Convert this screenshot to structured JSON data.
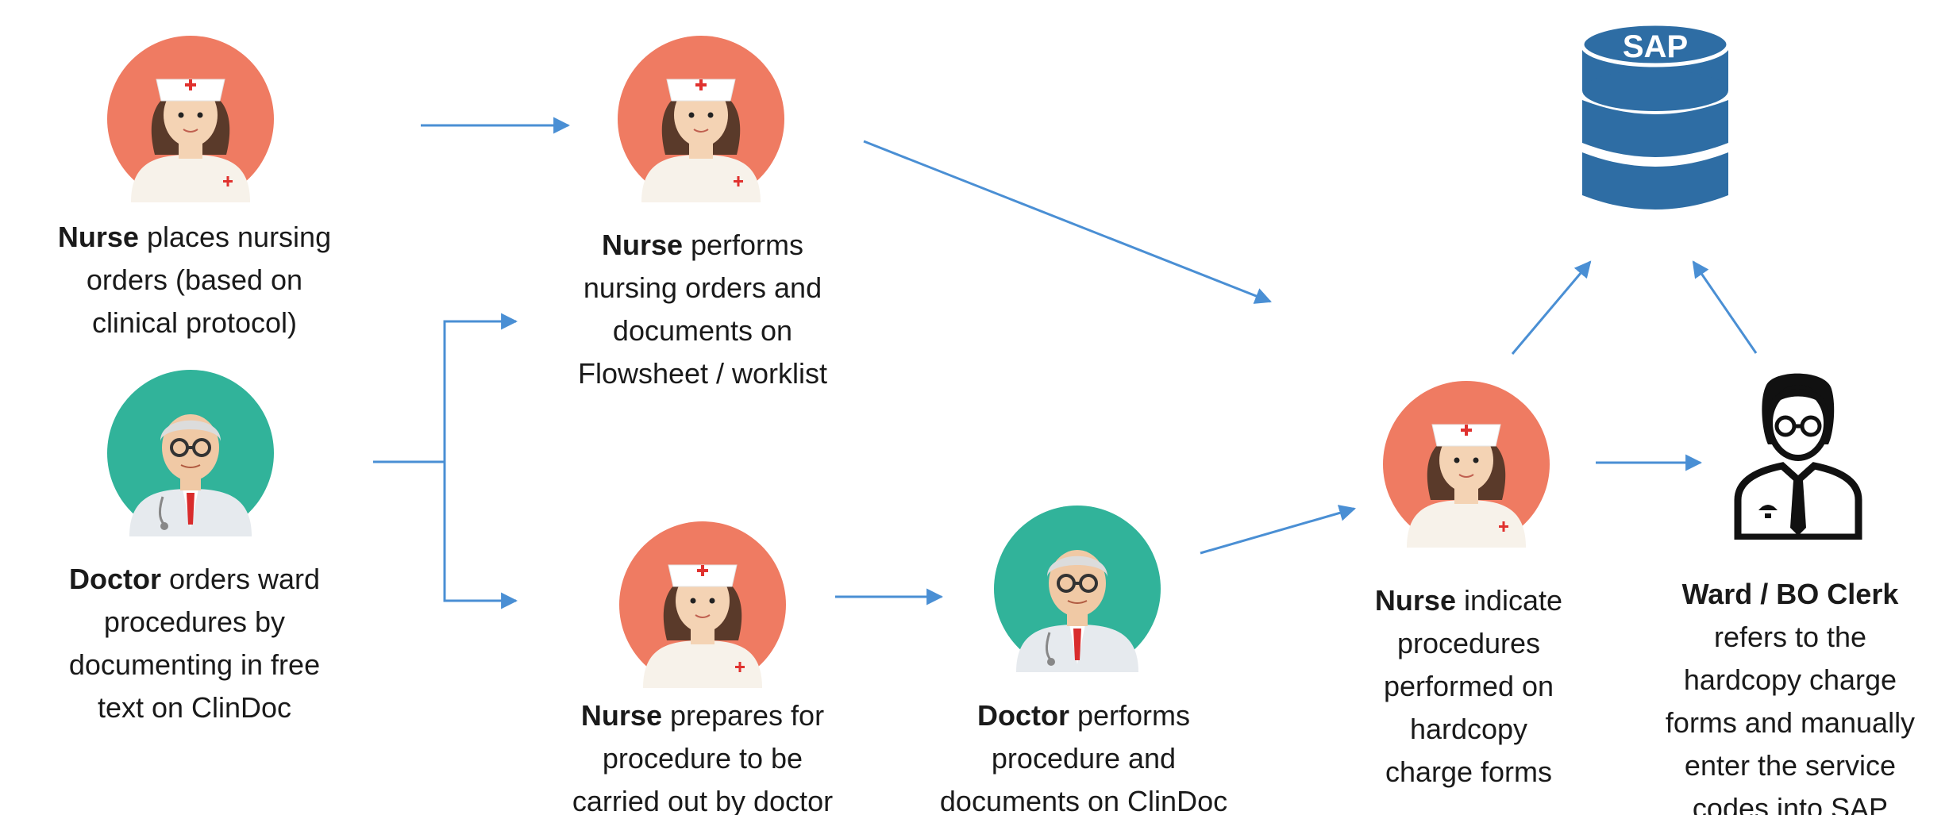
{
  "colors": {
    "arrow": "#4a8fd4",
    "nurse_bg": "#ef7b62",
    "doctor_bg": "#31b39a",
    "database": "#2e6da4",
    "clerk": "#111111"
  },
  "icons": {
    "nurse": "nurse-icon",
    "doctor": "doctor-icon",
    "database": "database-icon",
    "clerk": "clerk-icon"
  },
  "database": {
    "label": "SAP"
  },
  "nodes": {
    "nurse_orders": {
      "role": "Nurse",
      "lines": [
        " places nursing",
        "orders (based on",
        "clinical protocol)"
      ]
    },
    "doctor_orders": {
      "role": "Doctor",
      "lines": [
        " orders ward",
        "procedures by",
        "documenting in free",
        "text on ClinDoc"
      ]
    },
    "nurse_performs": {
      "role": "Nurse",
      "lines": [
        " performs",
        "nursing orders and",
        "documents on",
        "Flowsheet / worklist"
      ]
    },
    "nurse_prepares": {
      "role": "Nurse",
      "lines": [
        " prepares for",
        "procedure to be",
        "carried out by doctor"
      ]
    },
    "doctor_performs": {
      "role": "Doctor",
      "lines": [
        " performs",
        "procedure and",
        "documents on ClinDoc"
      ]
    },
    "nurse_indicate": {
      "role": "Nurse",
      "lines": [
        " indicate",
        "procedures",
        "performed on",
        "hardcopy",
        "charge forms"
      ]
    },
    "clerk": {
      "role": "Ward / BO Clerk",
      "lines": [
        "",
        "refers to the",
        "hardcopy charge",
        "forms and manually",
        "enter the service",
        "codes into SAP"
      ]
    }
  }
}
